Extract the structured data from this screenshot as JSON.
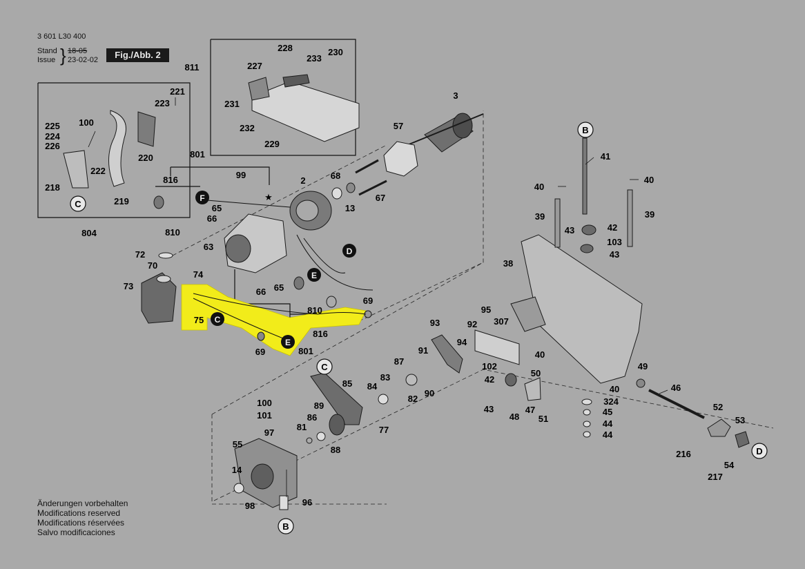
{
  "header": {
    "part_number": "3 601 L30 400",
    "stand_label": "Stand",
    "stand_value": "18-05",
    "issue_label": "Issue",
    "issue_value": "23-02-02",
    "figure_label": "Fig./Abb. 2"
  },
  "notes": [
    "Änderungen vorbehalten",
    "Modifications reserved",
    "Modifications réservées",
    "Salvo modificaciones"
  ],
  "group_labels": {
    "g804": "804",
    "g811": "811",
    "g801_top": "801",
    "g816_top": "816",
    "g810_top": "810",
    "g816_bottom": "816",
    "g810_bottom": "810",
    "g801_bottom": "801"
  },
  "markers": {
    "C_left": "C",
    "F": "F",
    "D_mid": "D",
    "E_upper": "E",
    "C_yellow": "C",
    "E_lower": "E",
    "C_center": "C",
    "B_top": "B",
    "B_bottom": "B",
    "D_right": "D",
    "star": "★"
  },
  "part_labels": {
    "p221": "221",
    "p223": "223",
    "p225": "225",
    "p100": "100",
    "p224": "224",
    "p226": "226",
    "p222": "222",
    "p220": "220",
    "p218": "218",
    "p219": "219",
    "p228": "228",
    "p233": "233",
    "p230": "230",
    "p227": "227",
    "p231": "231",
    "p232": "232",
    "p229": "229",
    "p3": "3",
    "p57": "57",
    "p2": "2",
    "p68": "68",
    "p13": "13",
    "p67": "67",
    "p99": "99",
    "p65a": "65",
    "p66a": "66",
    "p63": "63",
    "p74": "74",
    "p65b": "65",
    "p66b": "66",
    "p72": "72",
    "p70": "70",
    "p73": "73",
    "p75": "75",
    "p69a": "69",
    "p69b": "69",
    "p93": "93",
    "p95": "95",
    "p92": "92",
    "p307": "307",
    "p94": "94",
    "p91": "91",
    "p102": "102",
    "p87": "87",
    "p85": "85",
    "p84": "84",
    "p83": "83",
    "p82": "82",
    "p90": "90",
    "p100b": "100",
    "p101": "101",
    "p89": "89",
    "p86": "86",
    "p81": "81",
    "p97": "97",
    "p77": "77",
    "p88": "88",
    "p55": "55",
    "p14": "14",
    "p98": "98",
    "p96": "96",
    "p41": "41",
    "p40a": "40",
    "p40b": "40",
    "p39a": "39",
    "p39b": "39",
    "p43a": "43",
    "p42a": "42",
    "p103": "103",
    "p43b": "43",
    "p38": "38",
    "p40c": "40",
    "p40d": "40",
    "p42b": "42",
    "p50": "50",
    "p43c": "43",
    "p48": "48",
    "p47": "47",
    "p51": "51",
    "p324": "324",
    "p45": "45",
    "p44a": "44",
    "p44b": "44",
    "p49": "49",
    "p46": "46",
    "p52": "52",
    "p53": "53",
    "p216": "216",
    "p54": "54",
    "p217": "217"
  },
  "colors": {
    "background": "#a9a9a9",
    "highlight": "#f2ec1a",
    "ink": "#111111"
  }
}
